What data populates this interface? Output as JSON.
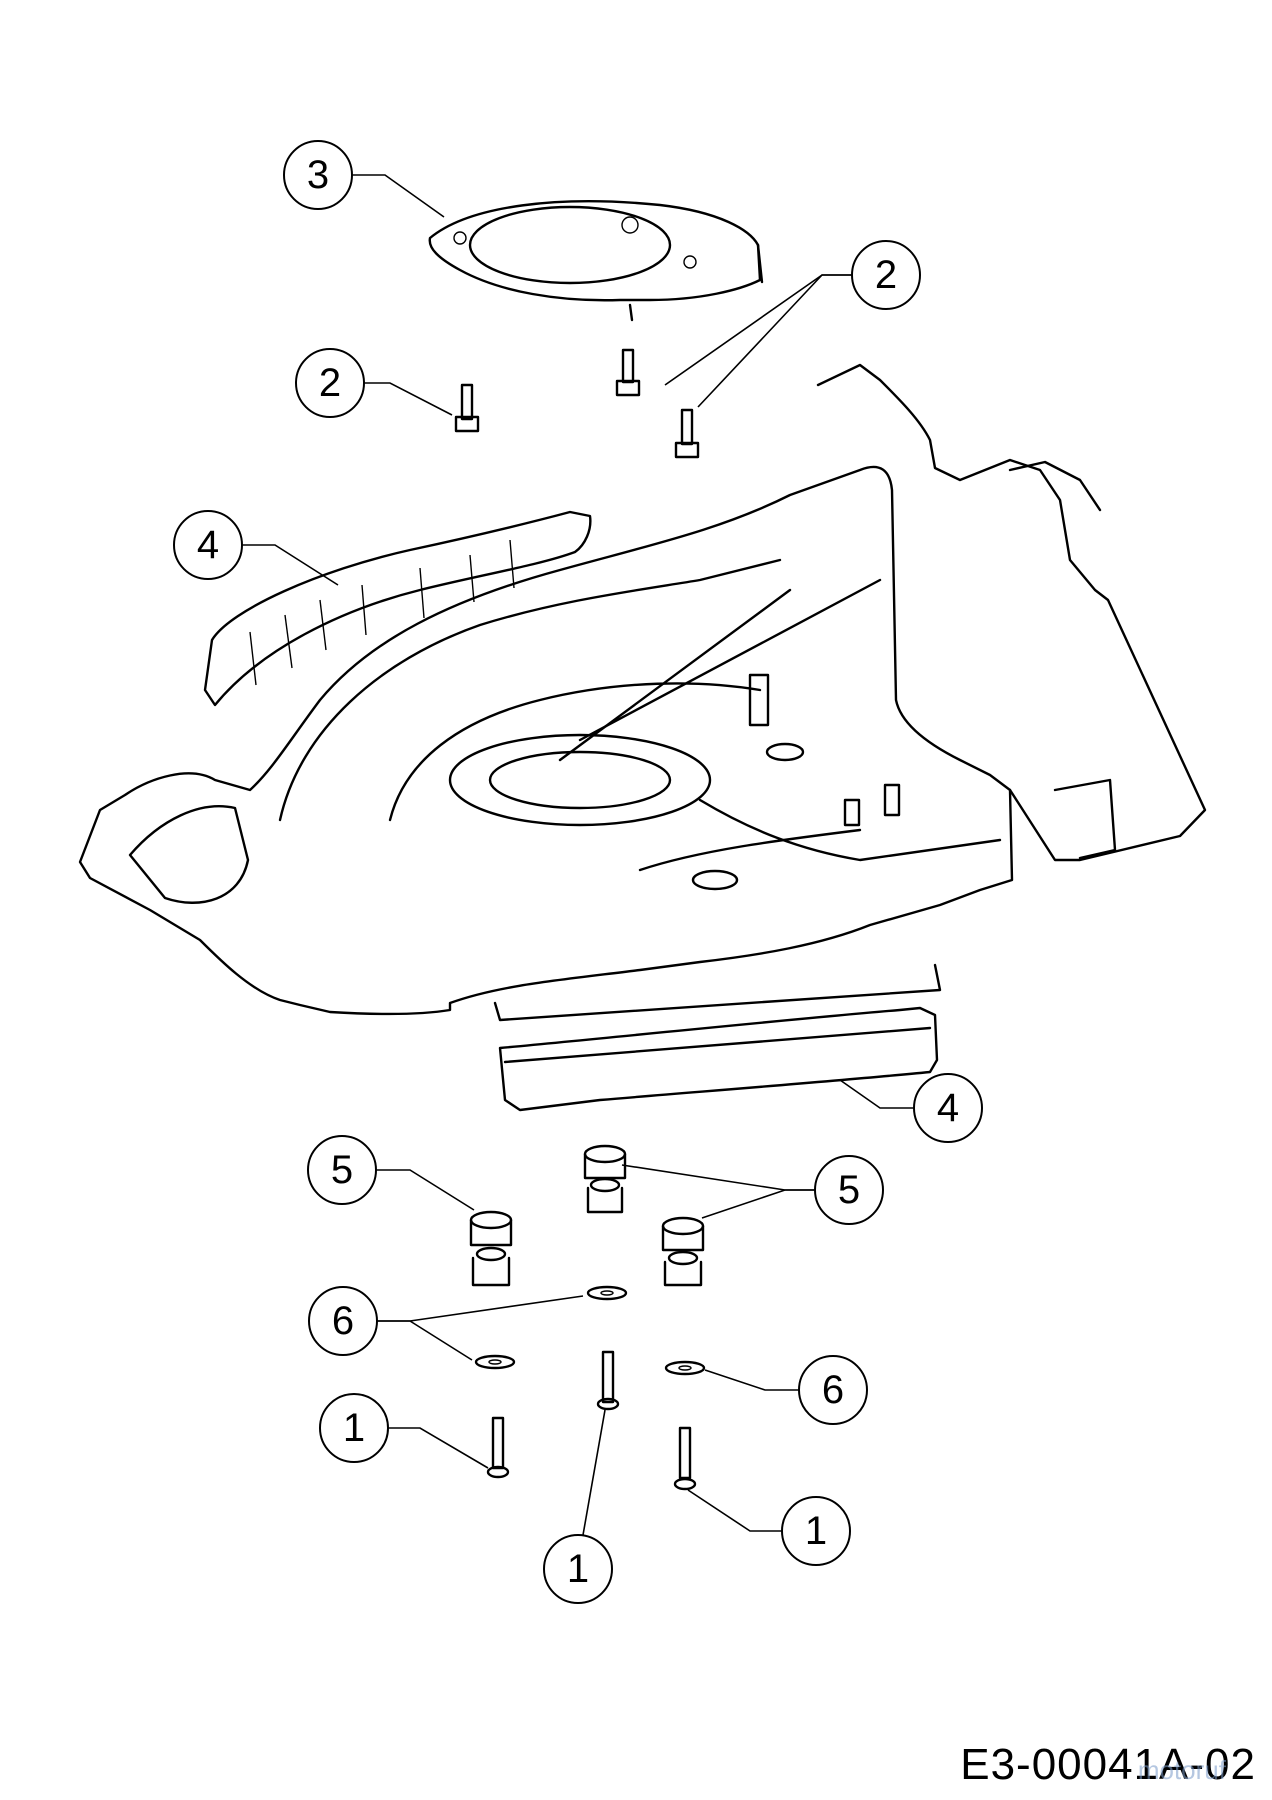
{
  "callouts": [
    {
      "id": "c1a",
      "label": "1"
    },
    {
      "id": "c1b",
      "label": "1"
    },
    {
      "id": "c1c",
      "label": "1"
    },
    {
      "id": "c2a",
      "label": "2"
    },
    {
      "id": "c2b",
      "label": "2"
    },
    {
      "id": "c3",
      "label": "3"
    },
    {
      "id": "c4a",
      "label": "4"
    },
    {
      "id": "c4b",
      "label": "4"
    },
    {
      "id": "c5a",
      "label": "5"
    },
    {
      "id": "c5b",
      "label": "5"
    },
    {
      "id": "c6a",
      "label": "6"
    },
    {
      "id": "c6b",
      "label": "6"
    }
  ],
  "drawing_code": "E3-00041A-02",
  "watermark": "motoruf"
}
